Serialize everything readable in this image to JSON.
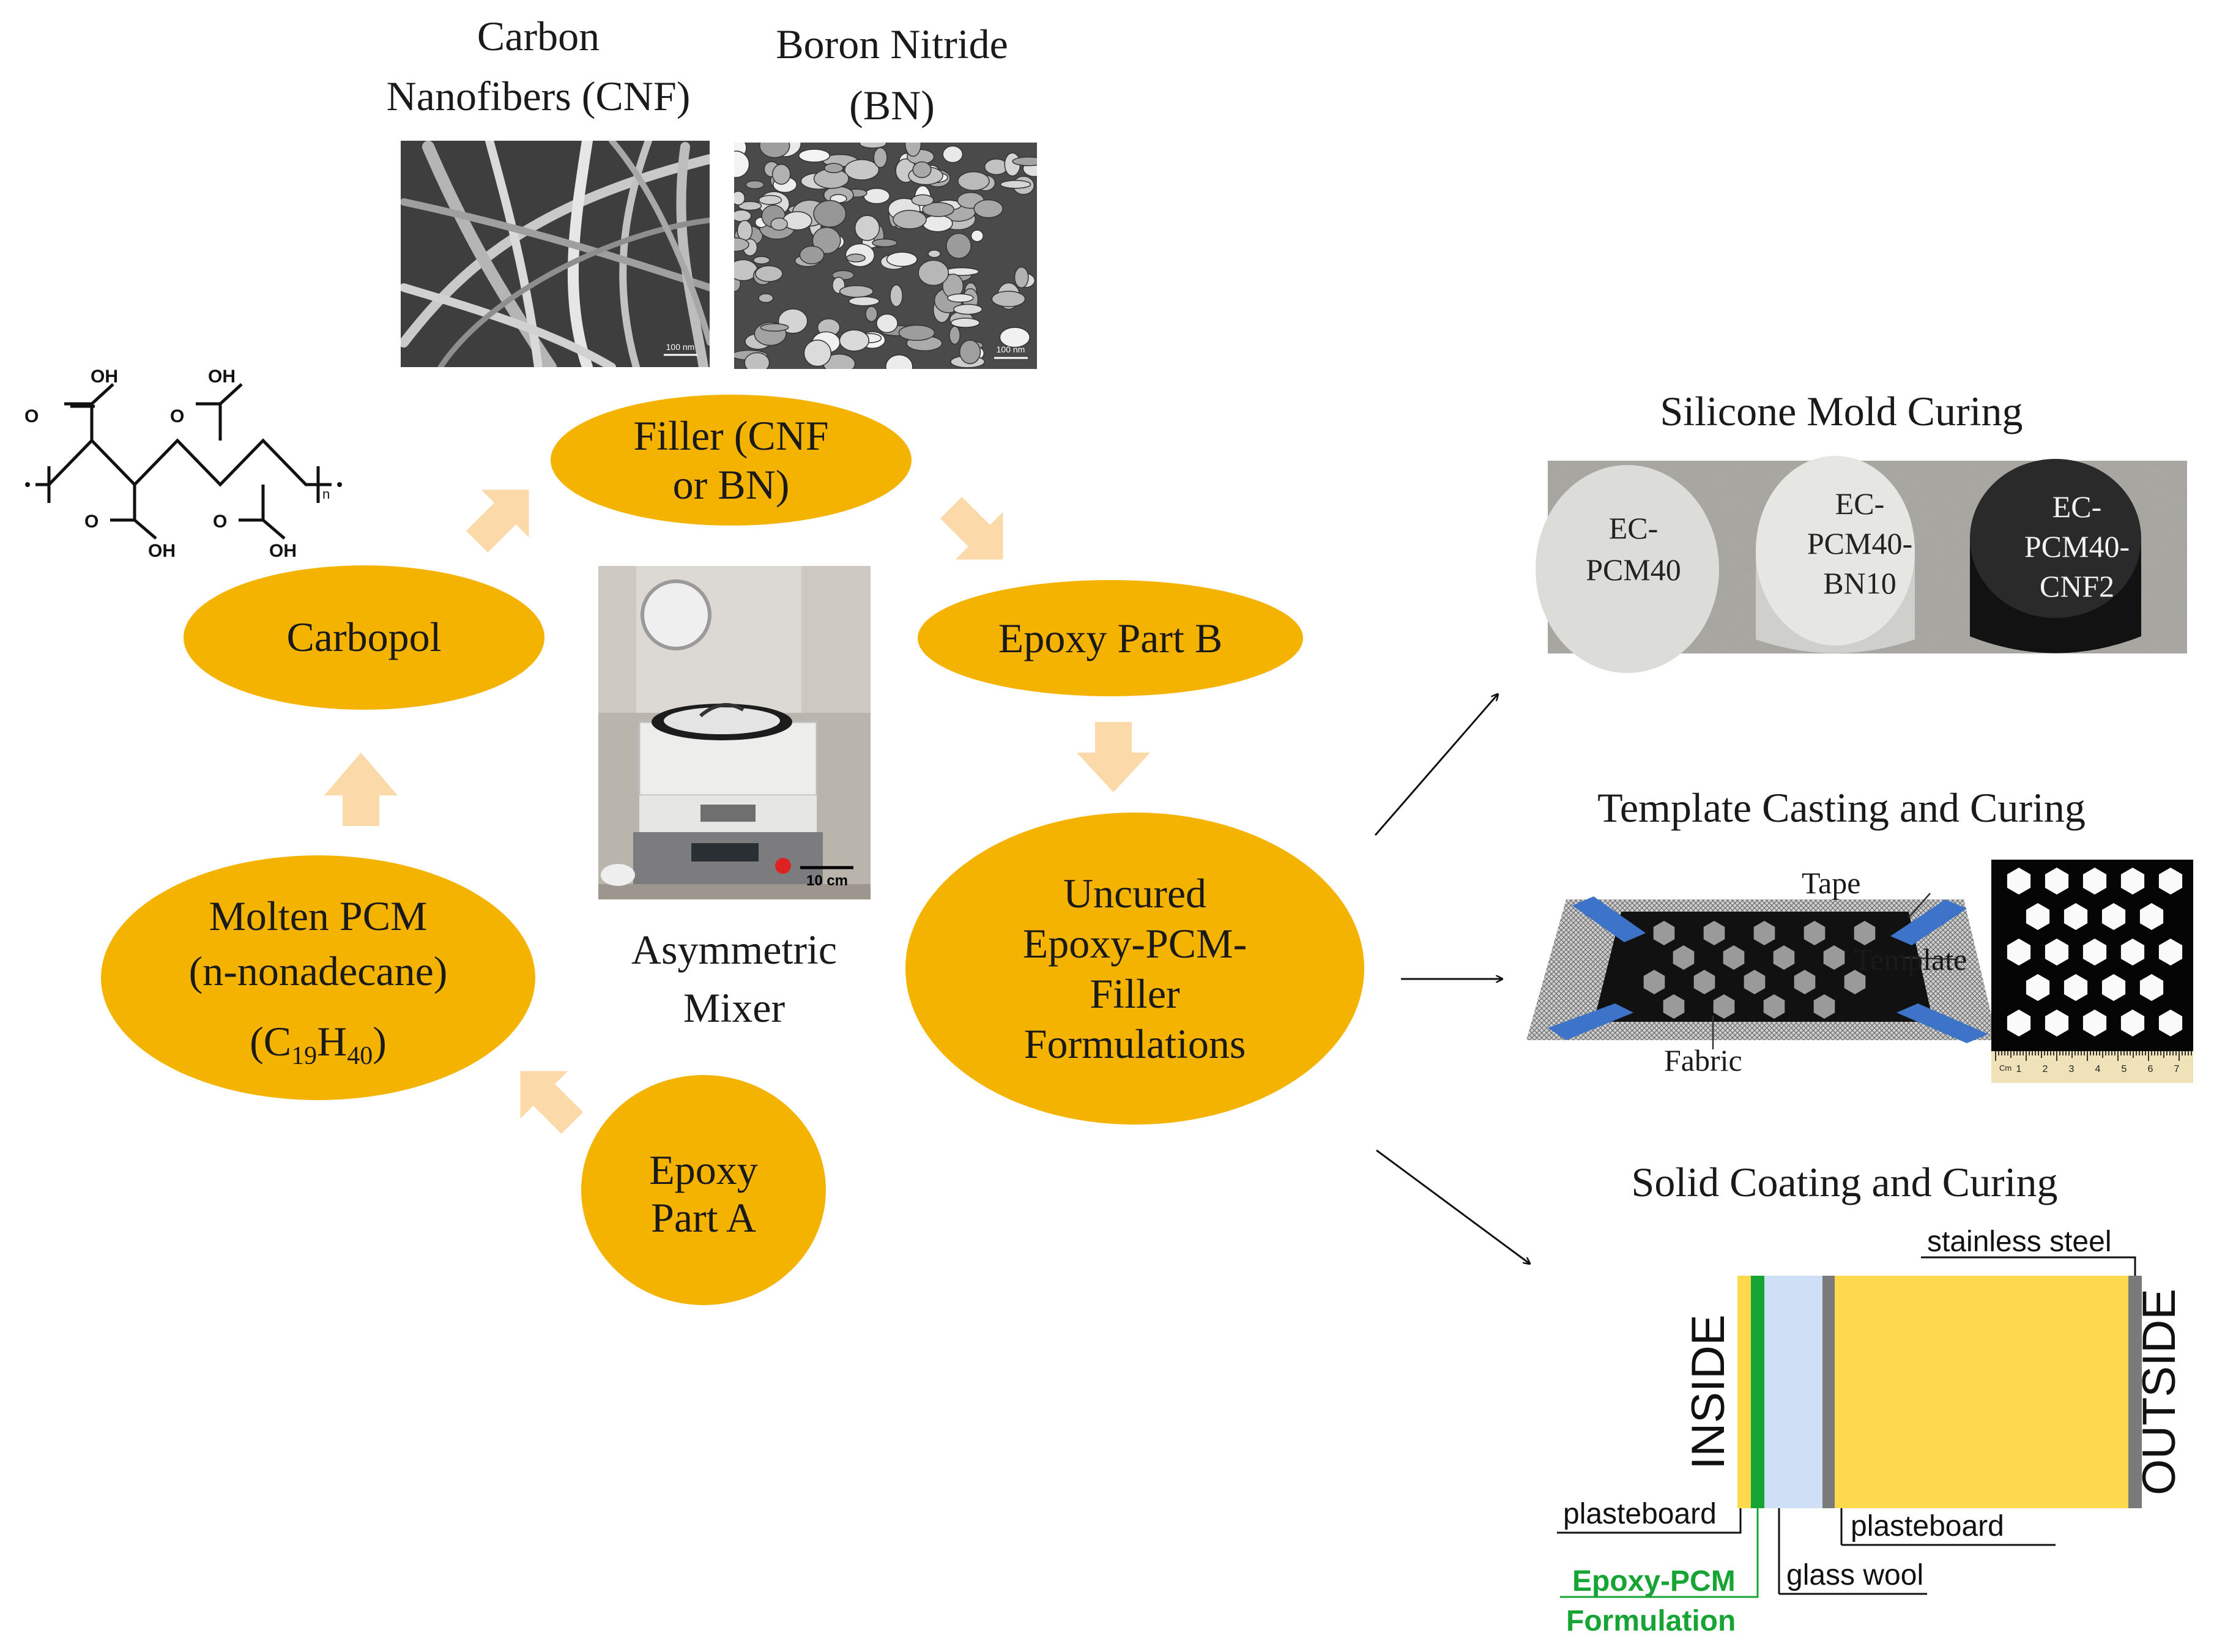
{
  "materials": {
    "cnf_title_line1": "Carbon",
    "cnf_title_line2": "Nanofibers (CNF)",
    "bn_title_line1": "Boron Nitride",
    "bn_title_line2": "(BN)",
    "cnf_scale_label": "100 nm",
    "bn_scale_label": "100 nm"
  },
  "carbopol_structure": {
    "oh_labels": [
      "OH",
      "OH",
      "OH",
      "OH"
    ],
    "o_labels": [
      "O",
      "O",
      "O",
      "O"
    ],
    "subscript_n": "n"
  },
  "process": {
    "filler_line1": "Filler (CNF",
    "filler_line2": "or BN)",
    "carbopol": "Carbopol",
    "epoxy_b": "Epoxy Part B",
    "pcm_line1": "Molten PCM",
    "pcm_line2": "(n-nonadecane)",
    "pcm_formula_open": "(C",
    "pcm_formula_sub1": "19",
    "pcm_formula_h": "H",
    "pcm_formula_sub2": "40",
    "pcm_formula_close": ")",
    "uncured_line1": "Uncured",
    "uncured_line2": "Epoxy-PCM-",
    "uncured_line3": "Filler",
    "uncured_line4": "Formulations",
    "epoxy_a_line1": "Epoxy",
    "epoxy_a_line2": "Part A",
    "mixer_line1": "Asymmetric",
    "mixer_line2": "Mixer",
    "mixer_scale": "10 cm"
  },
  "silicone": {
    "title": "Silicone Mold Curing",
    "sample1": [
      "EC-",
      "PCM40"
    ],
    "sample2": [
      "EC-",
      "PCM40-",
      "BN10"
    ],
    "sample3": [
      "EC-",
      "PCM40-",
      "CNF2"
    ]
  },
  "template": {
    "title": "Template Casting and Curing",
    "tape": "Tape",
    "template": "Template",
    "fabric": "Fabric",
    "ruler_numbers": [
      "1",
      "2",
      "3",
      "4",
      "5",
      "6",
      "7"
    ],
    "ruler_unit": "Cm"
  },
  "coating": {
    "title": "Solid Coating and Curing",
    "inside": "INSIDE",
    "outside": "OUTSIDE",
    "stainless": "stainless steel",
    "plasteboard_left": "plasteboard",
    "plasteboard_right": "plasteboard",
    "glass_wool": "glass wool",
    "formulation_line1": "Epoxy-PCM",
    "formulation_line2": "Formulation"
  },
  "colors": {
    "ellipse": "#f5b301",
    "arrow": "#fbd9a8",
    "wall_yellow": "#fed84f",
    "glass_wool": "#cfe0f6",
    "green": "#16a534",
    "steel": "#7a7a7a",
    "tape_blue": "#3d74c9"
  }
}
